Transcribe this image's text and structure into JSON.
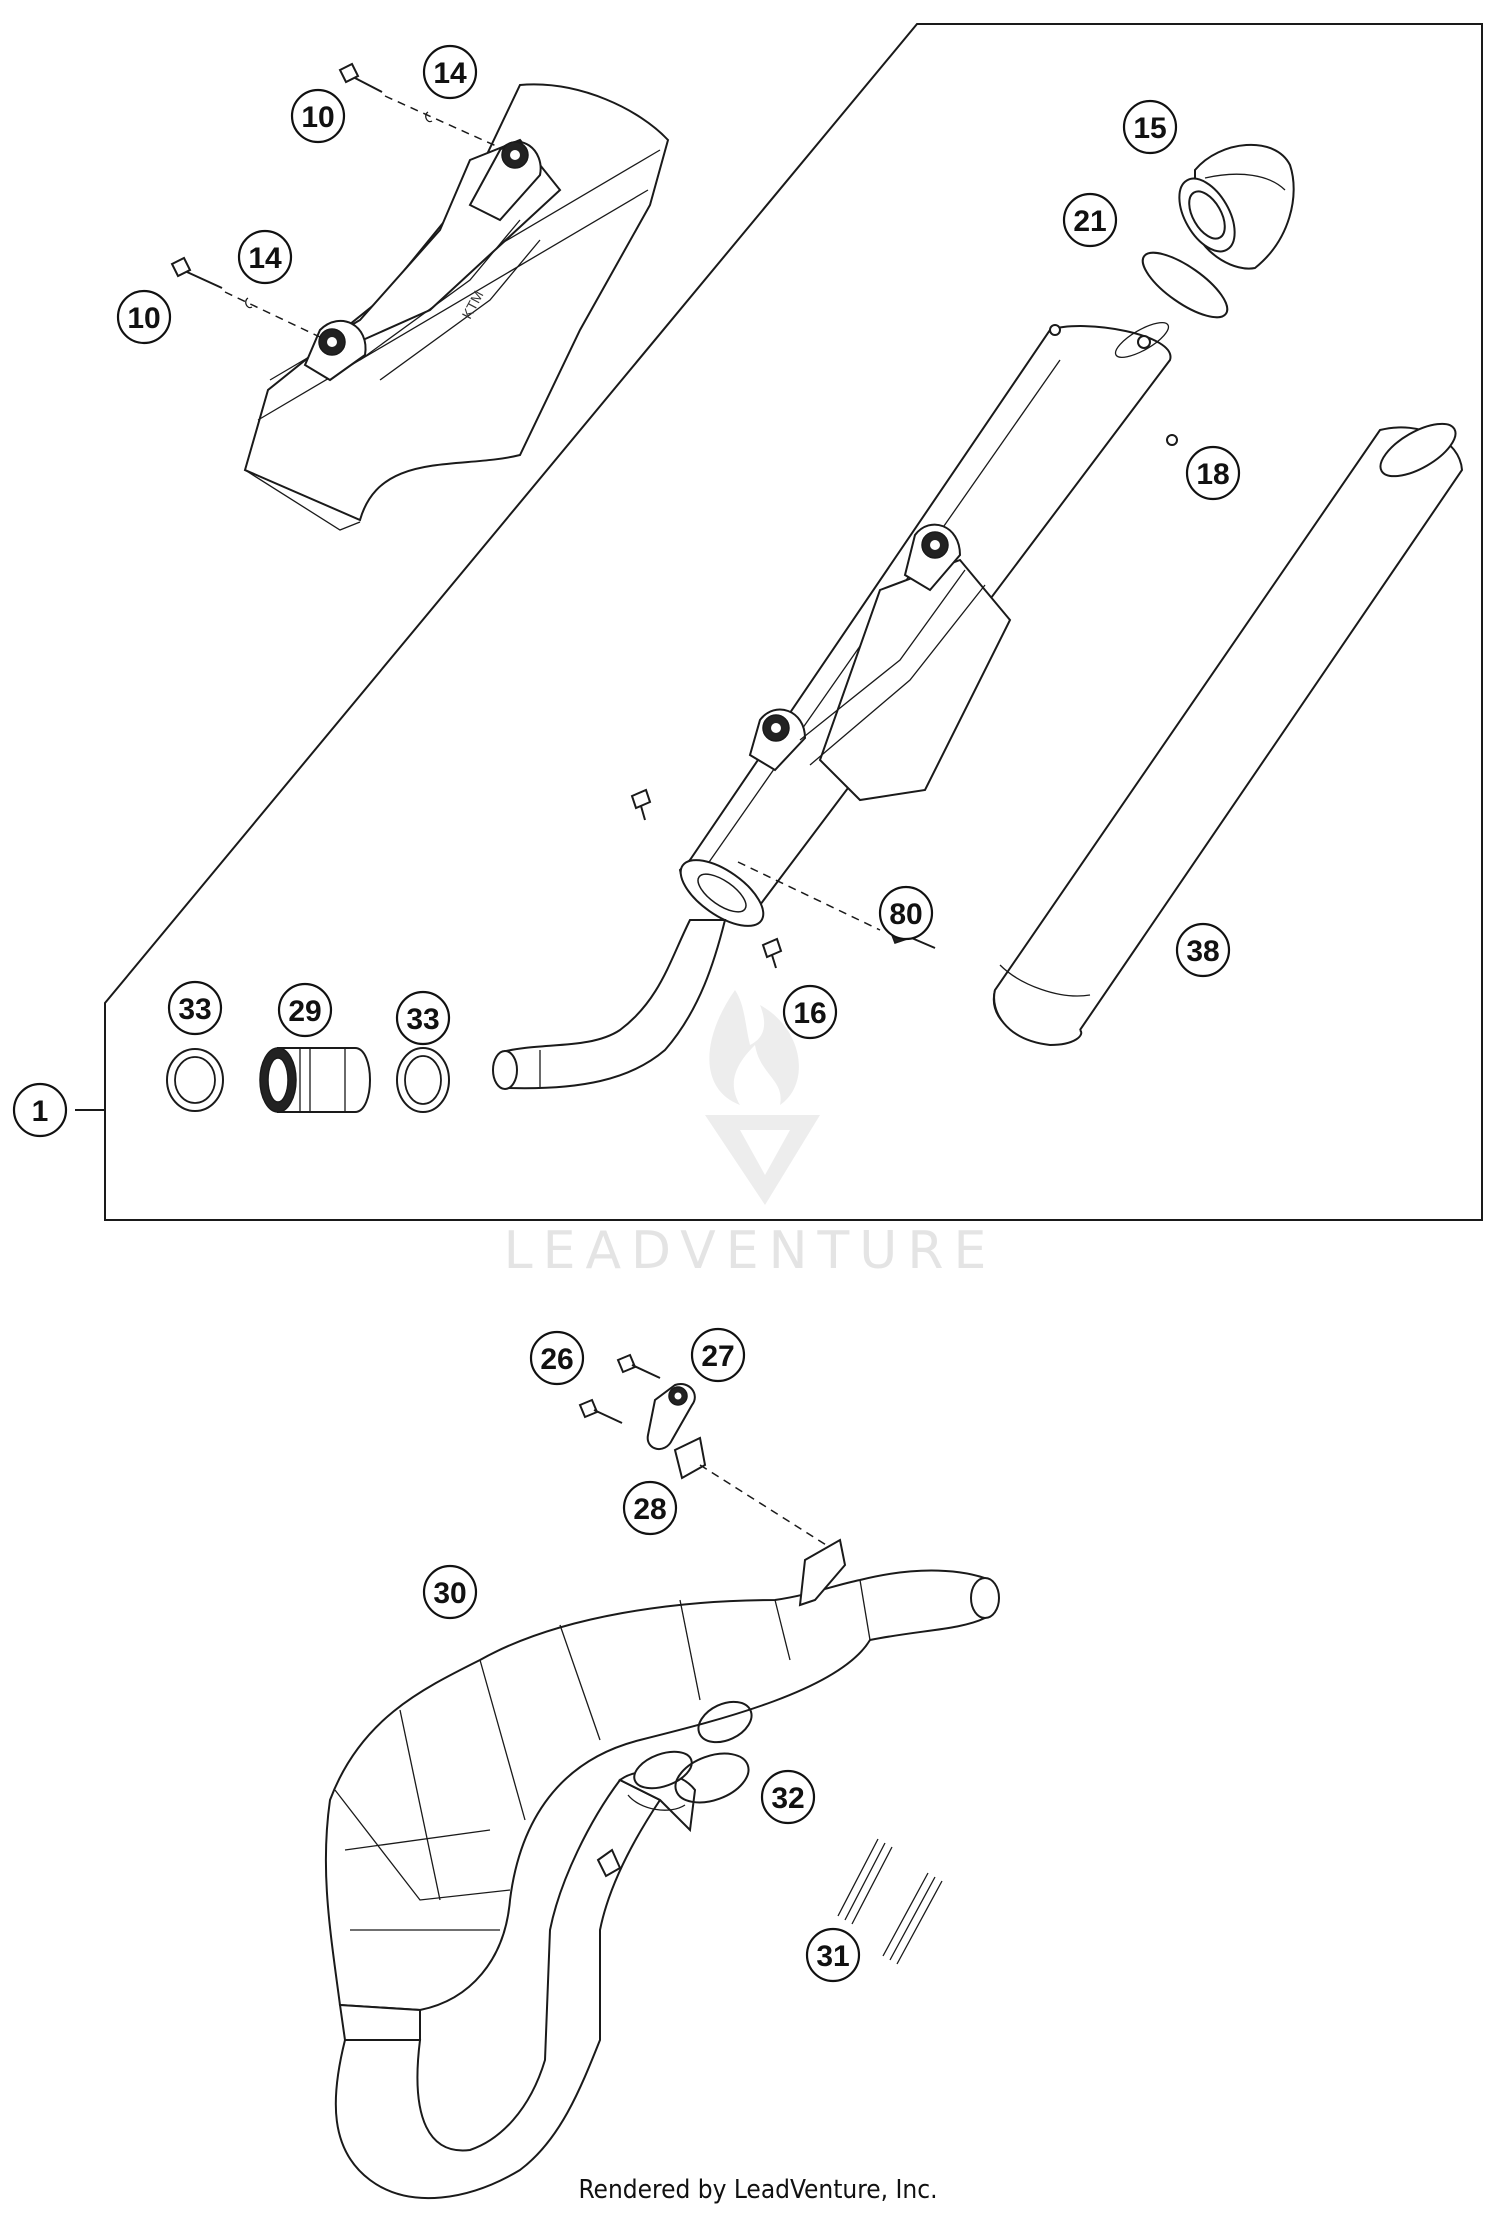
{
  "callouts": {
    "c1": "1",
    "c10a": "10",
    "c10b": "10",
    "c14a": "14",
    "c14b": "14",
    "c15": "15",
    "c16": "16",
    "c18": "18",
    "c21": "21",
    "c26": "26",
    "c27": "27",
    "c28": "28",
    "c29": "29",
    "c30": "30",
    "c31": "31",
    "c32": "32",
    "c33a": "33",
    "c33b": "33",
    "c38": "38",
    "c80": "80"
  },
  "watermark": {
    "text": "LEADVENTURE"
  },
  "footer": {
    "text": "Rendered by LeadVenture, Inc."
  }
}
